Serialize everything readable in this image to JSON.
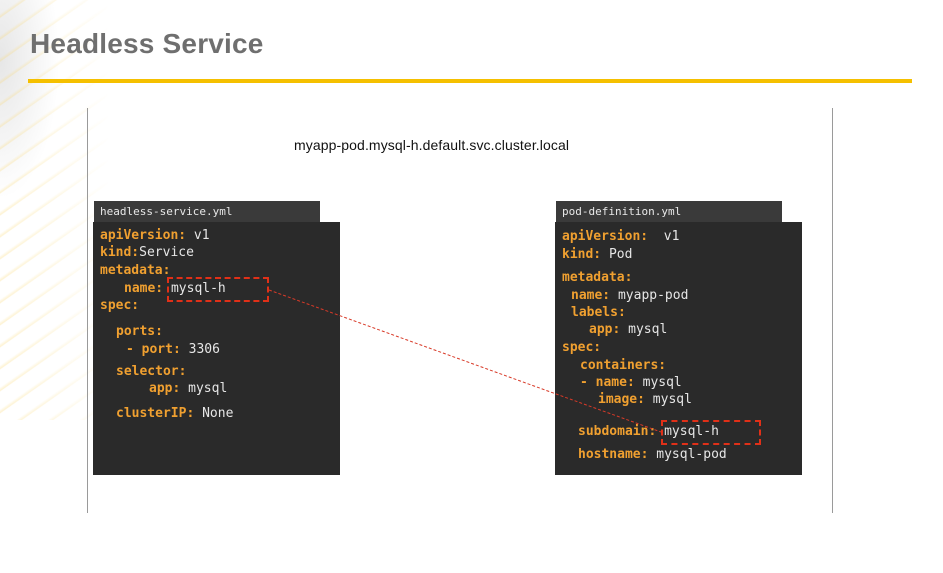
{
  "slide": {
    "title": "Headless Service",
    "dns_name": "myapp-pod.mysql-h.default.svc.cluster.local"
  },
  "left_file": {
    "filename": "headless-service.yml",
    "lines": {
      "apiVersion_key": "apiVersion:",
      "apiVersion_val": "v1",
      "kind_key": "kind:",
      "kind_val": "Service",
      "metadata_key": "metadata:",
      "name_key": "name:",
      "name_val": "mysql-h",
      "spec_key": "spec:",
      "ports_key": "ports:",
      "port_key": "- port:",
      "port_val": "3306",
      "selector_key": "selector:",
      "app_key": "app:",
      "app_val": "mysql",
      "clusterIP_key": "clusterIP:",
      "clusterIP_val": "None"
    }
  },
  "right_file": {
    "filename": "pod-definition.yml",
    "lines": {
      "apiVersion_key": "apiVersion:",
      "apiVersion_val": "v1",
      "kind_key": "kind:",
      "kind_val": "Pod",
      "metadata_key": "metadata:",
      "name_key": "name:",
      "name_val": "myapp-pod",
      "labels_key": "labels:",
      "app_key": "app:",
      "app_val": "mysql",
      "spec_key": "spec:",
      "containers_key": "containers:",
      "cname_key": "- name:",
      "cname_val": "mysql",
      "image_key": "image:",
      "image_val": "mysql",
      "subdomain_key": "subdomain:",
      "subdomain_val": "mysql-h",
      "hostname_key": "hostname:",
      "hostname_val": "mysql-pod"
    }
  },
  "colors": {
    "accent_rule": "#f5c000",
    "yaml_key": "#f0a030",
    "highlight_box": "#e03018",
    "panel_bg": "#2a2a2a"
  }
}
